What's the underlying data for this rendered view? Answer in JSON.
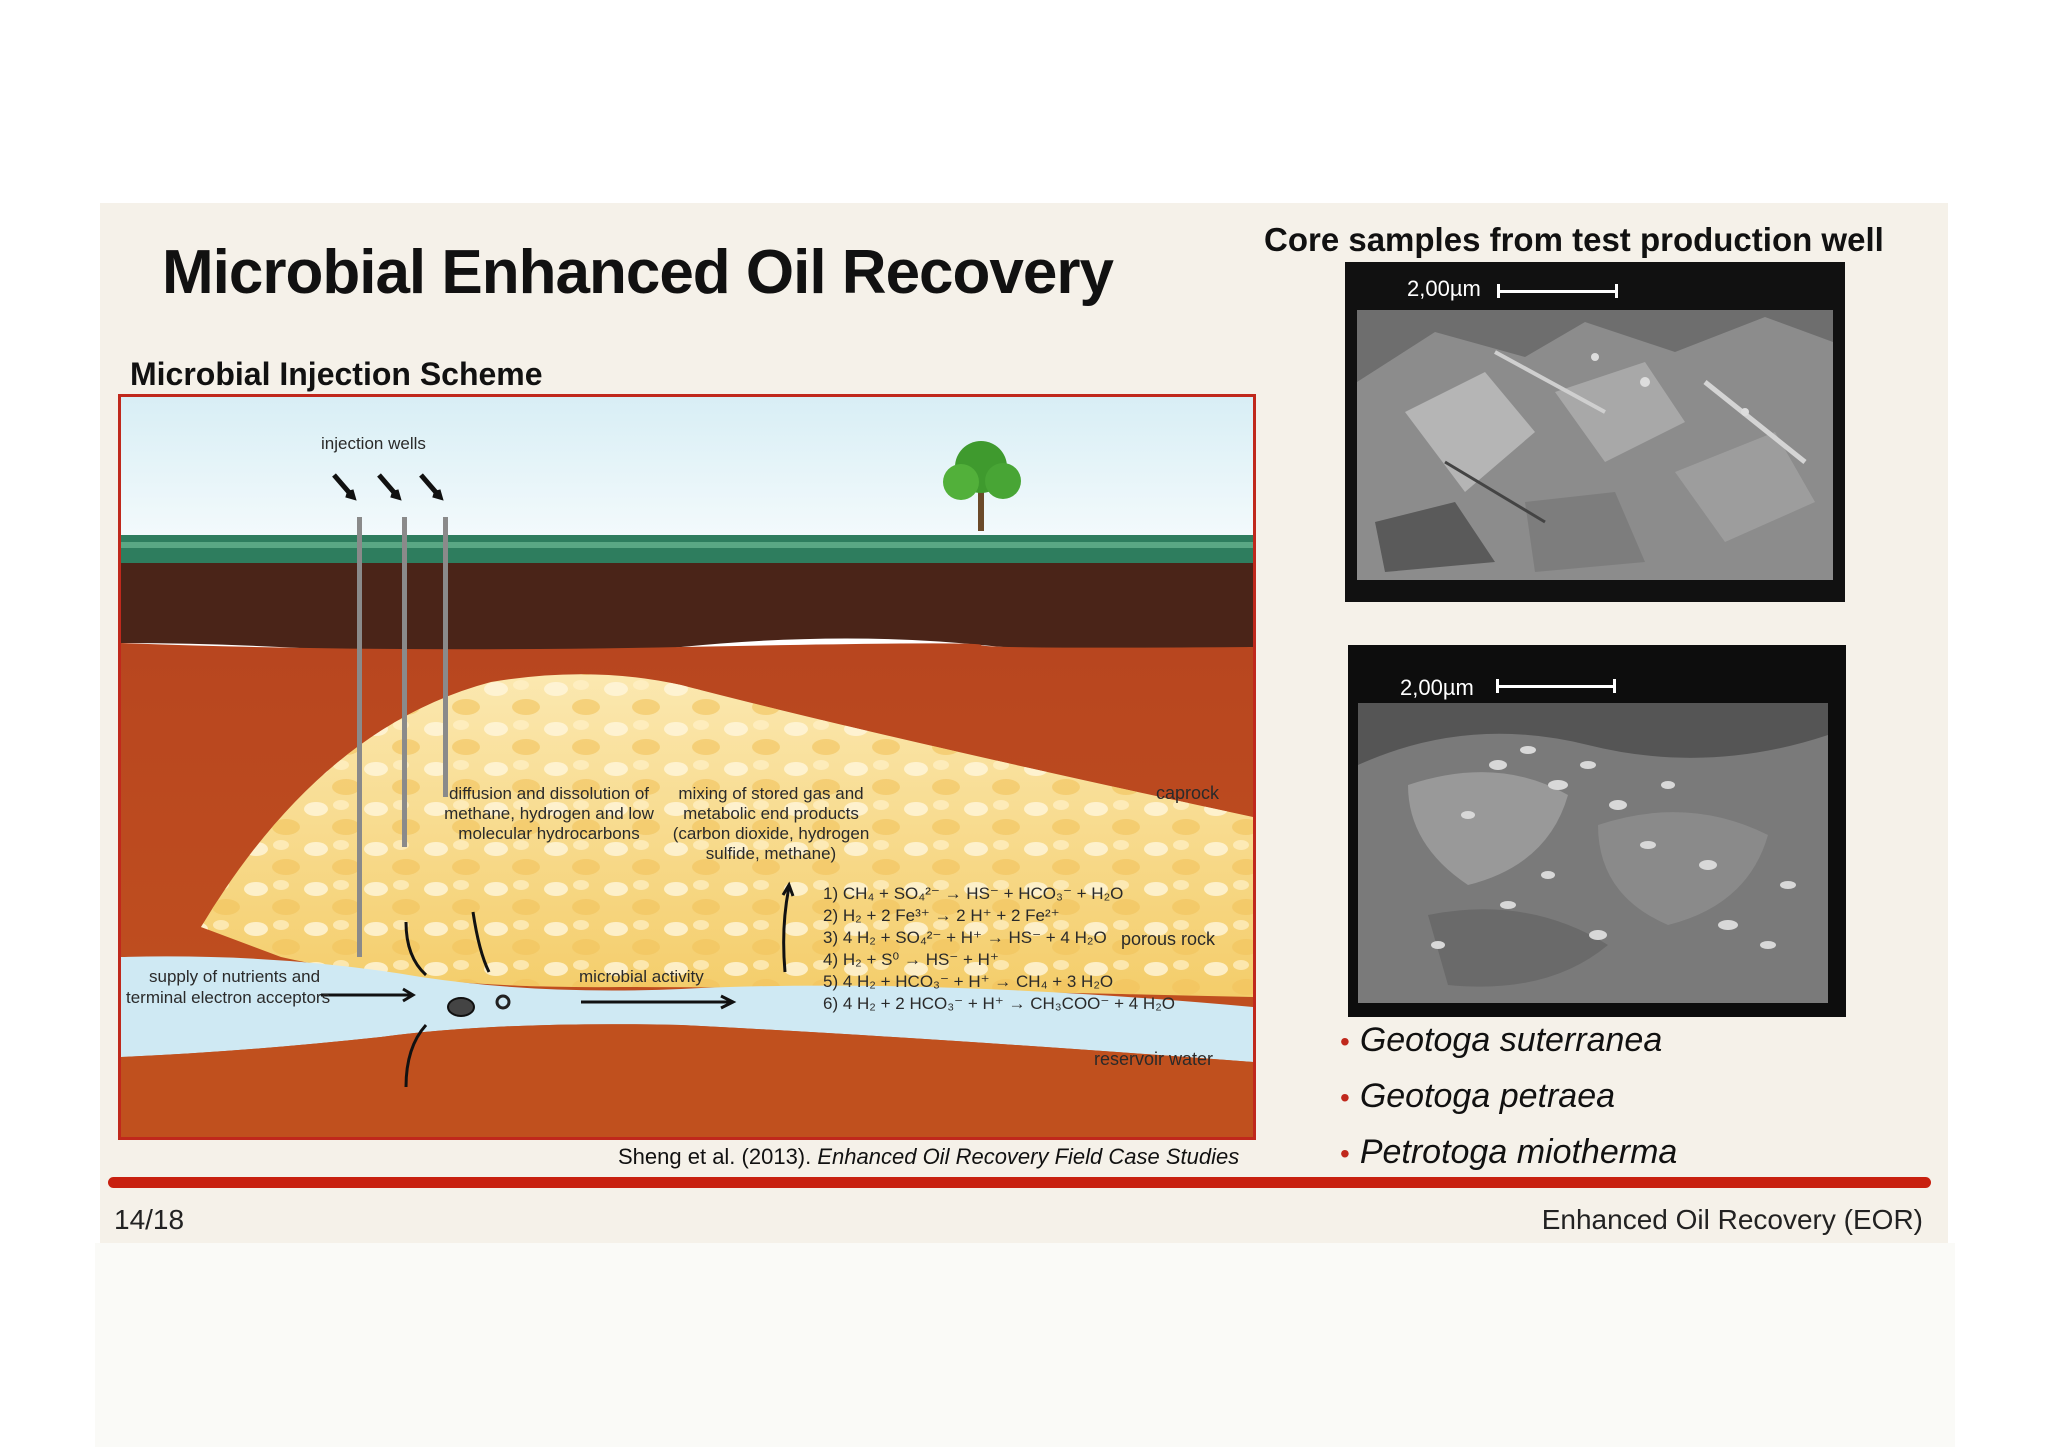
{
  "slide": {
    "title": "Microbial Enhanced Oil Recovery",
    "scheme_title": "Microbial Injection Scheme",
    "core_title": "Core samples from test production well",
    "page_number": "14/18",
    "footer_title": "Enhanced Oil Recovery (EOR)",
    "citation": {
      "authors": "Sheng et al. (2013).",
      "work": "Enhanced Oil Recovery Field Case Studies"
    },
    "sem_images": [
      {
        "scale": "2,00µm"
      },
      {
        "scale": "2,00µm"
      }
    ],
    "species": [
      "Geotoga suterranea",
      "Geotoga petraea",
      "Petrotoga miotherma"
    ]
  },
  "diagram": {
    "injection_wells": "injection wells",
    "diffusion": [
      "diffusion and dissolution of",
      "methane, hydrogen and low",
      "molecular hydrocarbons"
    ],
    "mixing": [
      "mixing of stored gas and",
      "metabolic end products",
      "(carbon dioxide, hydrogen",
      "sulfide, methane)"
    ],
    "caprock": "caprock",
    "porous_rock": "porous rock",
    "reservoir_water": "reservoir water",
    "microbial_activity": "microbial activity",
    "supply": [
      "supply of nutrients and",
      "terminal electron acceptors"
    ],
    "reactions": [
      "1) CH₄ + SO₄²⁻ → HS⁻ + HCO₃⁻ + H₂O",
      "2) H₂ + 2 Fe³⁺ → 2 H⁺ + 2 Fe²⁺",
      "3) 4 H₂ + SO₄²⁻ + H⁺ → HS⁻ + 4 H₂O",
      "4) H₂ + S⁰ → HS⁻ + H⁺",
      "5) 4 H₂ + HCO₃⁻ + H⁺ → CH₄ + 3 H₂O",
      "6) 4 H₂ + 2 HCO₃⁻ + H⁺ → CH₃COO⁻ + 4 H₂O"
    ]
  }
}
